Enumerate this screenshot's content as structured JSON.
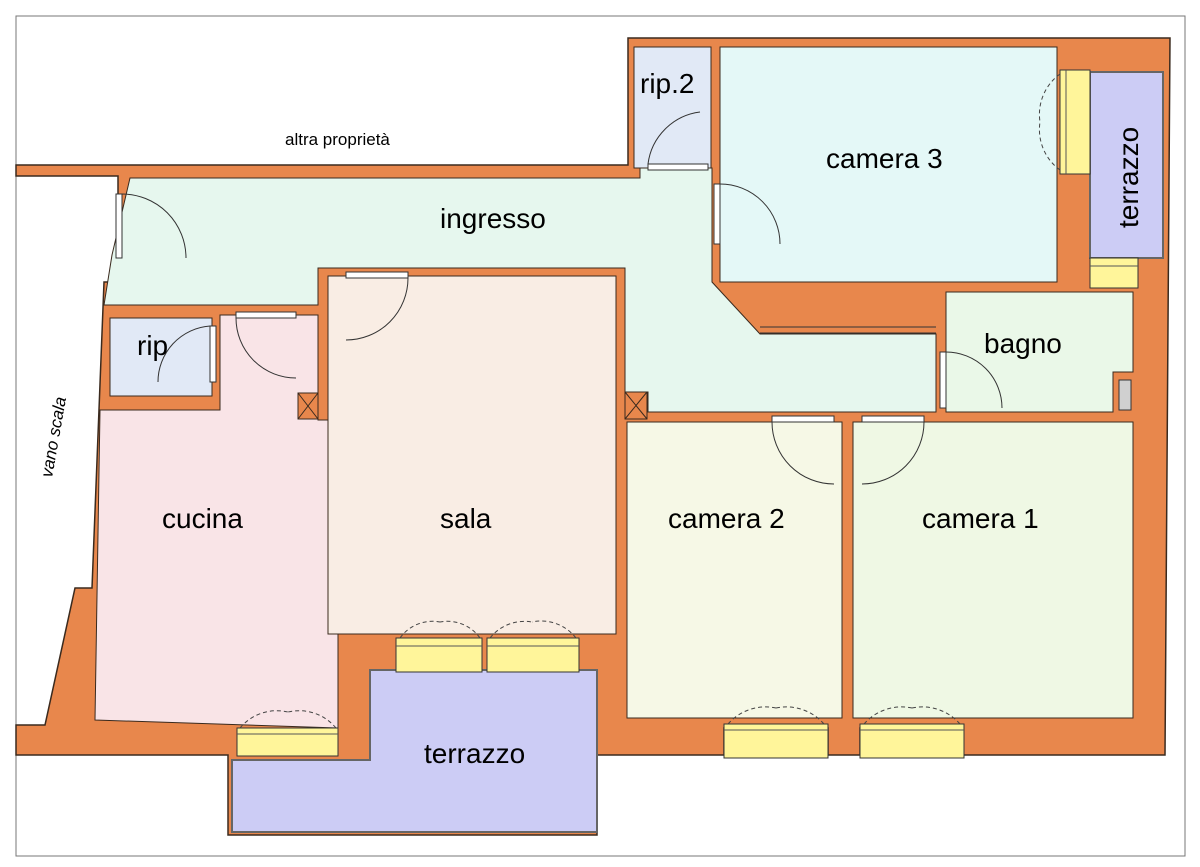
{
  "colors": {
    "wall": "#e8874c",
    "wall_stroke": "#3a2a1e",
    "ingresso": "#e6f7ee",
    "camera3": "#e4f8f7",
    "cucina": "#f9e4e7",
    "sala": "#f9ede4",
    "camera2": "#f6f8e6",
    "camera1": "#eff8e4",
    "bagno": "#eaf8e8",
    "rip": "#e1e9f6",
    "terrazzo": "#ccccf5",
    "window_frame": "#fff59a"
  },
  "labels": {
    "other_property": "altra proprietà",
    "stairwell": "vano scala",
    "ingresso": "ingresso",
    "camera3": "camera 3",
    "rip2": "rip.2",
    "rip": "rip",
    "bagno": "bagno",
    "cucina": "cucina",
    "sala": "sala",
    "camera2": "camera 2",
    "camera1": "camera 1",
    "terrazzo_main": "terrazzo",
    "terrazzo_side": "terrazzo"
  }
}
